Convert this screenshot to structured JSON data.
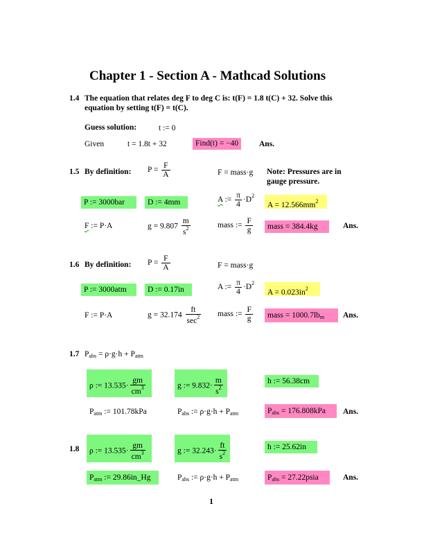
{
  "title": "Chapter 1 - Section A - Mathcad Solutions",
  "ans": "Ans.",
  "page_number": "1",
  "p14": {
    "num": "1.4",
    "text1": "The equation that relates deg F to deg C is: t(F) = 1.8 t(C) + 32.  Solve this",
    "text2": "equation by setting t(F) = t(C).",
    "guess_label": "Guess solution:",
    "guess_expr": "t := 0",
    "given": "Given",
    "given_expr": "t = 1.8t + 32",
    "find": "Find(t) = −40"
  },
  "p15": {
    "num": "1.5",
    "label": "By definition:",
    "P_lhs": "P =",
    "F_lhs": "F",
    "A_den": "A",
    "F_eq": "F = mass·g",
    "note1": "Note: Pressures are in",
    "note2": "gauge pressure.",
    "P_val": "P := 3000bar",
    "D_val": "D := 4mm",
    "A_lhs": "A",
    "A_def": ":=",
    "pi": "π",
    "four": "4",
    "dot_D": "·D",
    "A_res": "A = 12.566mm",
    "F_def": "F := P·A",
    "g_val": "g = 9.807",
    "m_unit": "m",
    "s_unit": "s",
    "mass_def": "mass :=",
    "g_den": "g",
    "mass_res": "mass = 384.4kg"
  },
  "p16": {
    "num": "1.6",
    "label": "By definition:",
    "P_val": "P := 3000atm",
    "D_val": "D := 0.17in",
    "A_lhs": "A :=",
    "A_res": "A = 0.023in",
    "F_def": "F := P·A",
    "g_val": "g = 32.174",
    "ft": "ft",
    "sec": "sec",
    "mass_res": "mass = 1000.7lb"
  },
  "p17": {
    "num": "1.7",
    "eq_P": "P",
    "eq_abs": "abs",
    "eq_rest": "= ρ·g·h + P",
    "atm": "atm",
    "rho": "ρ := 13.535·",
    "gm": "gm",
    "cm": "cm",
    "g": "g := 9.832·",
    "m": "m",
    "s": "s",
    "h": "h := 56.38cm",
    "Patm_val": ":= 101.78kPa",
    "Pabs_def": ":= ρ·g·h + P",
    "Pabs_res": "= 176.808kPa"
  },
  "p18": {
    "num": "1.8",
    "rho": "ρ := 13.535·",
    "g": "g := 32.243·",
    "ft": "ft",
    "h": "h := 25.62in",
    "Patm_val": ":= 29.86in_Hg",
    "Pabs_res": "= 27.22psia"
  }
}
